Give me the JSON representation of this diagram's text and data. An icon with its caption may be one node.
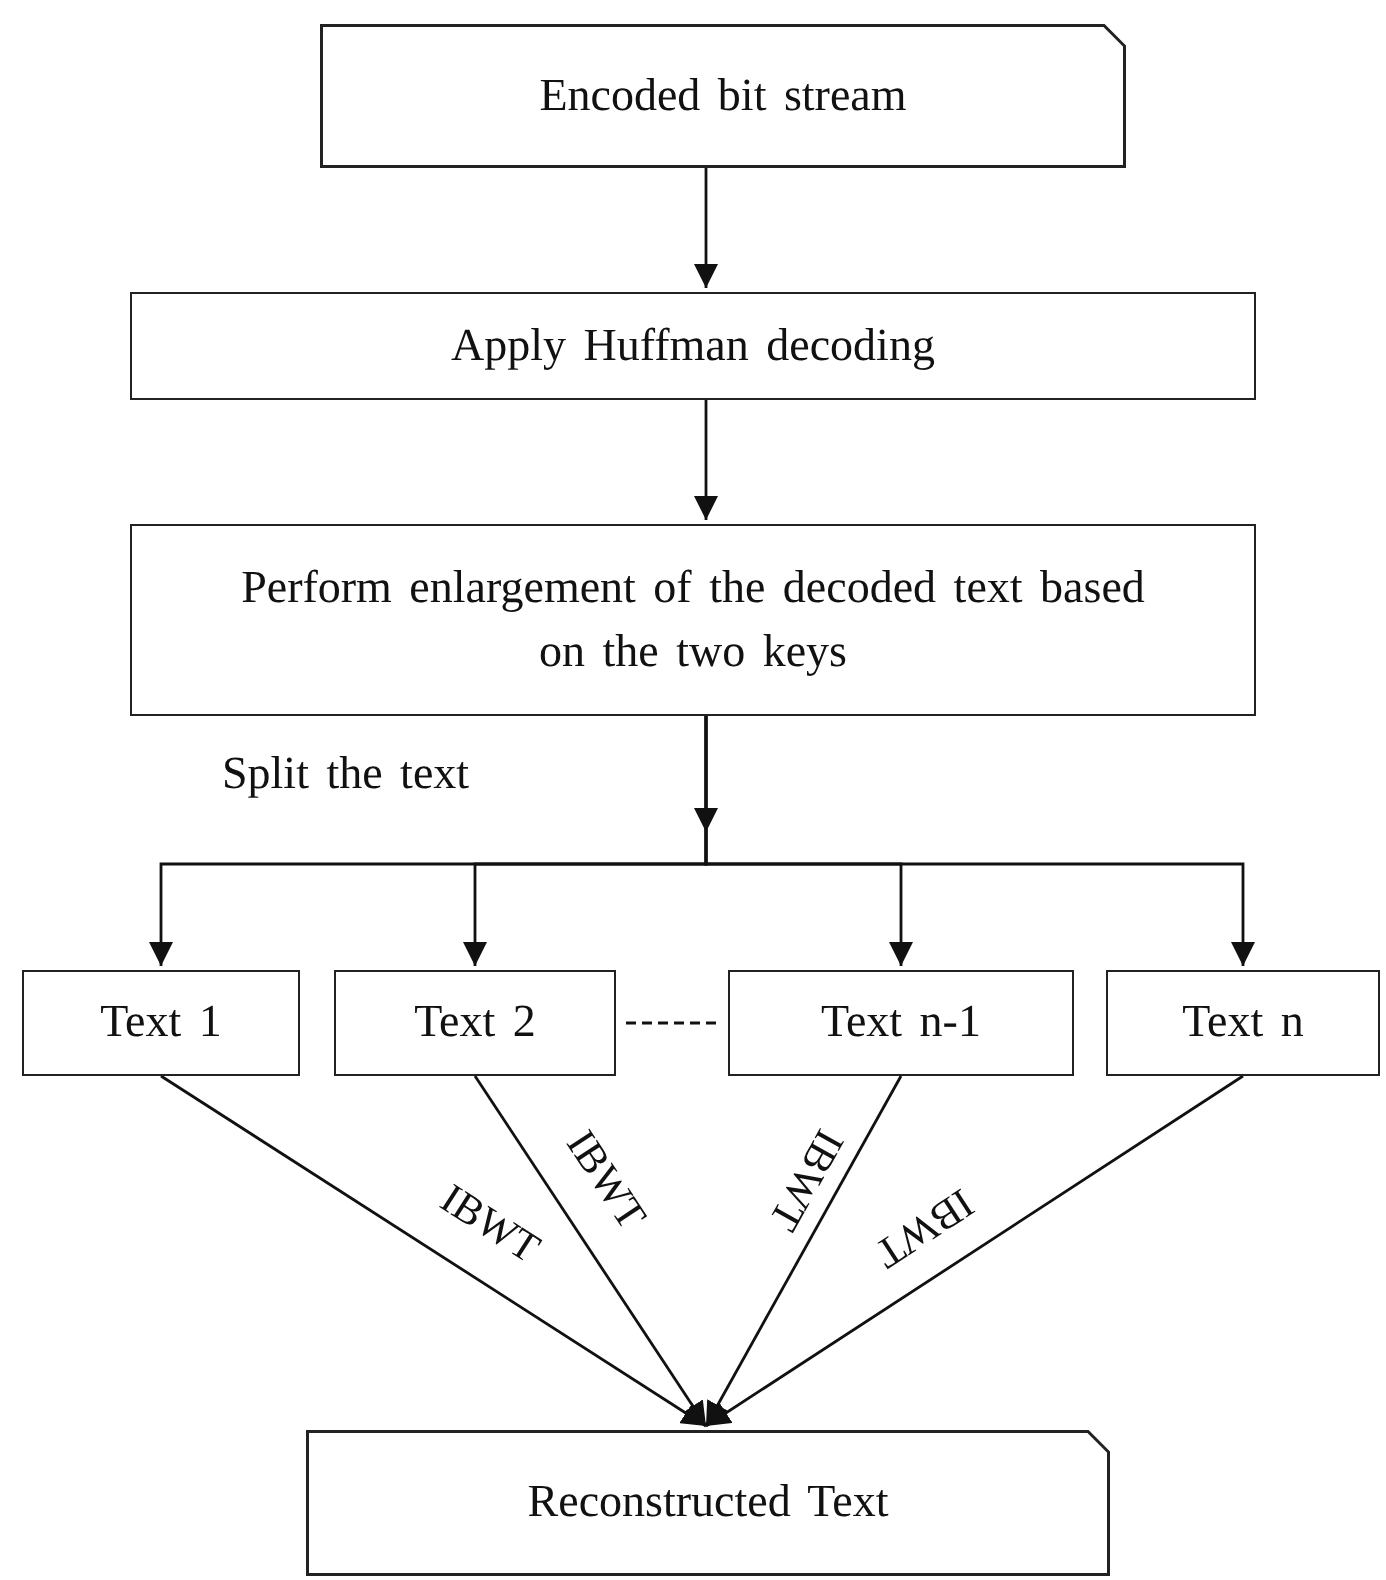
{
  "diagram": {
    "nodes": [
      {
        "text": [
          "Encoded bit stream"
        ]
      },
      {
        "text": [
          "Apply Huffman decoding"
        ]
      },
      {
        "text": [
          "Perform enlargement of the decoded text based on the two keys"
        ]
      },
      {
        "text": [
          "Text 1"
        ]
      },
      {
        "text": [
          "Text 2"
        ]
      },
      {
        "text": [
          "Text n-1"
        ]
      },
      {
        "text": [
          "Text n"
        ]
      },
      {
        "text": [
          "Reconstructed Text"
        ]
      }
    ],
    "edges": [
      {
        "from": 0,
        "to": 1,
        "arrow": "to"
      },
      {
        "from": 1,
        "to": 2,
        "arrow": "to"
      },
      {
        "from": 2,
        "to": 3,
        "arrow": "to"
      },
      {
        "from": 2,
        "to": 4,
        "arrow": "to"
      },
      {
        "from": 2,
        "to": 5,
        "arrow": "to"
      },
      {
        "from": 2,
        "to": 6,
        "arrow": "to"
      },
      {
        "from": 4,
        "to": 5,
        "arrow": "none",
        "style": "dashed"
      },
      {
        "from": 3,
        "to": 7,
        "arrow": "to",
        "label": "IBWT"
      },
      {
        "from": 4,
        "to": 7,
        "arrow": "to",
        "label": "IBWT"
      },
      {
        "from": 5,
        "to": 7,
        "arrow": "to",
        "label": "IBWT"
      },
      {
        "from": 6,
        "to": 7,
        "arrow": "to",
        "label": "IBWT"
      }
    ],
    "labels": [
      "Split the text"
    ]
  }
}
